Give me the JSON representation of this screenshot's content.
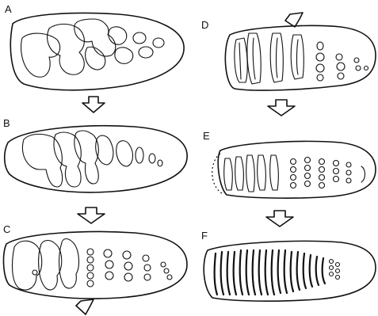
{
  "figure": {
    "panels": [
      {
        "id": "A",
        "label": "A"
      },
      {
        "id": "B",
        "label": "B"
      },
      {
        "id": "C",
        "label": "C"
      },
      {
        "id": "D",
        "label": "D"
      },
      {
        "id": "E",
        "label": "E"
      },
      {
        "id": "F",
        "label": "F"
      }
    ]
  }
}
